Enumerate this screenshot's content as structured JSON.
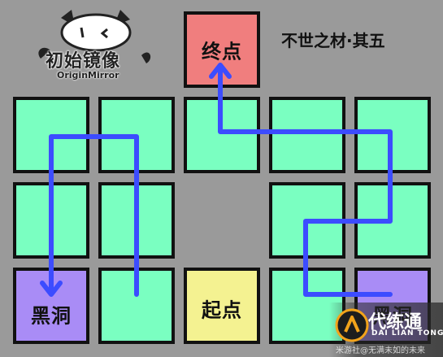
{
  "logo": {
    "name_cn": "初始镜像",
    "name_en": "OriginMirror"
  },
  "level_title": "不世之材·其五",
  "tiles": {
    "end_label": "终点",
    "start_label": "起点",
    "hole_left_label": "黑洞",
    "hole_right_label": "黑洞"
  },
  "watermark": {
    "name": "代练通",
    "sub": "DAI LIAN TONG",
    "credit": "米游社@无满未如的未来"
  },
  "colors": {
    "floor": "#7affc1",
    "end": "#f07e7e",
    "start": "#f4f291",
    "hole": "#a98cf6",
    "path": "#3c4cff",
    "background": "#9a9a9a"
  }
}
